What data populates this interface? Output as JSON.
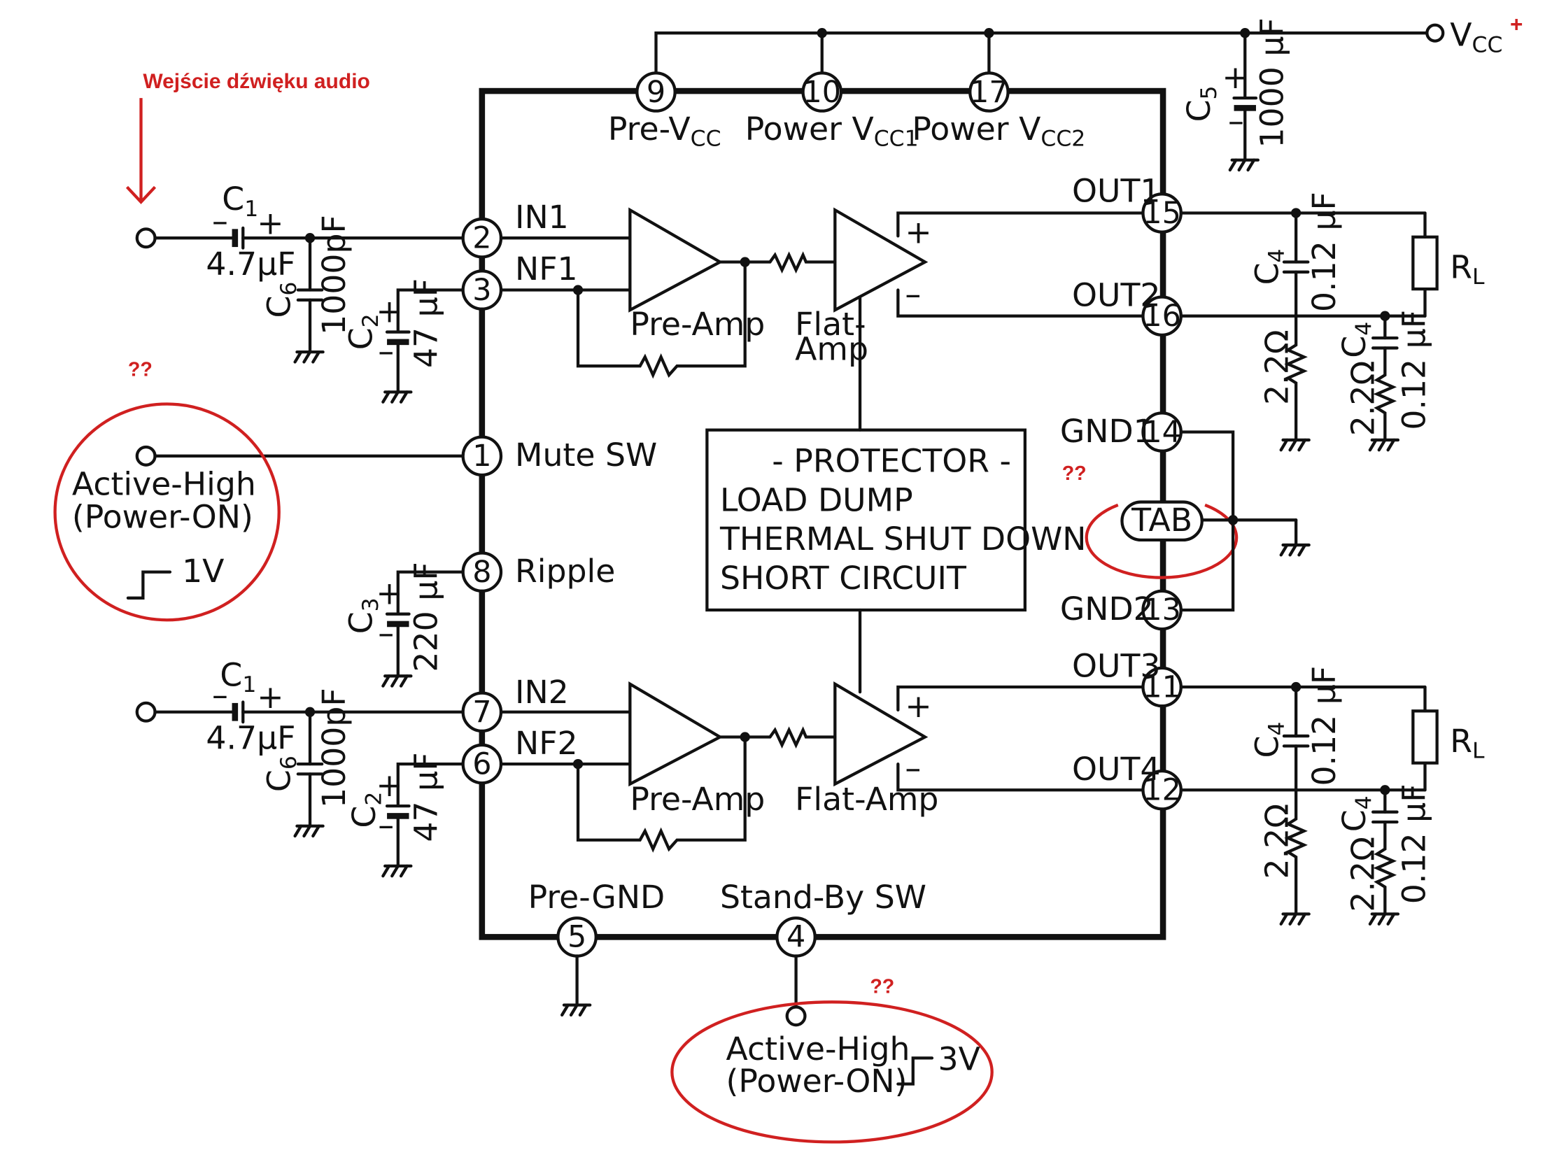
{
  "annotations": {
    "audio_input": "Wejście dźwięku audio",
    "unknown_mute": "??",
    "unknown_tab": "??",
    "unknown_standby": "??",
    "vcc_plus": "+"
  },
  "supply": {
    "vcc": "V",
    "vcc_sub": "CC"
  },
  "pins": {
    "p1": "1",
    "p2": "2",
    "p3": "3",
    "p4": "4",
    "p5": "5",
    "p6": "6",
    "p7": "7",
    "p8": "8",
    "p9": "9",
    "p10": "10",
    "p11": "11",
    "p12": "12",
    "p13": "13",
    "p14": "14",
    "p15": "15",
    "p16": "16",
    "p17": "17"
  },
  "pin_labels": {
    "pre_vcc": "Pre-V",
    "pre_vcc_sub": "CC",
    "power_vcc1": "Power V",
    "power_vcc1_sub": "CC1",
    "power_vcc2": "Power V",
    "power_vcc2_sub": "CC2",
    "in1": "IN1",
    "nf1": "NF1",
    "in2": "IN2",
    "nf2": "NF2",
    "mute_sw": "Mute SW",
    "ripple": "Ripple",
    "pre_gnd": "Pre-GND",
    "standby_sw": "Stand-By SW",
    "out1": "OUT1",
    "out2": "OUT2",
    "out3": "OUT3",
    "out4": "OUT4",
    "gnd1": "GND1",
    "gnd2": "GND2",
    "tab": "TAB"
  },
  "blocks": {
    "pre_amp": "Pre-Amp",
    "flat_amp_a": "Flat-",
    "flat_amp_b": "Amp",
    "flat_amp": "Flat-Amp",
    "plus": "+",
    "minus": "–"
  },
  "protector": {
    "title": "- PROTECTOR -",
    "line1": "LOAD DUMP",
    "line2": "THERMAL SHUT DOWN",
    "line3": "SHORT CIRCUIT"
  },
  "components": {
    "c1": "C",
    "c1_sub": "1",
    "c1_value": "4.7μF",
    "c6": "C",
    "c6_sub": "6",
    "c6_value": "1000pF",
    "c2": "C",
    "c2_sub": "2",
    "c2_value": "47 μF",
    "c3": "C",
    "c3_sub": "3",
    "c3_value": "220 μF",
    "c4": "C",
    "c4_sub": "4",
    "c4_value": "0.12 μF",
    "c5": "C",
    "c5_sub": "5",
    "c5_value": "1000 μF",
    "rl": "R",
    "rl_sub": "L",
    "r_snub": "2.2Ω",
    "plus": "+",
    "minus": "–"
  },
  "control": {
    "mute_mode": "Active-High",
    "mute_state": "(Power-ON)",
    "mute_level": "1V",
    "standby_mode": "Active-High",
    "standby_state": "(Power-ON)",
    "standby_level": "3V"
  }
}
